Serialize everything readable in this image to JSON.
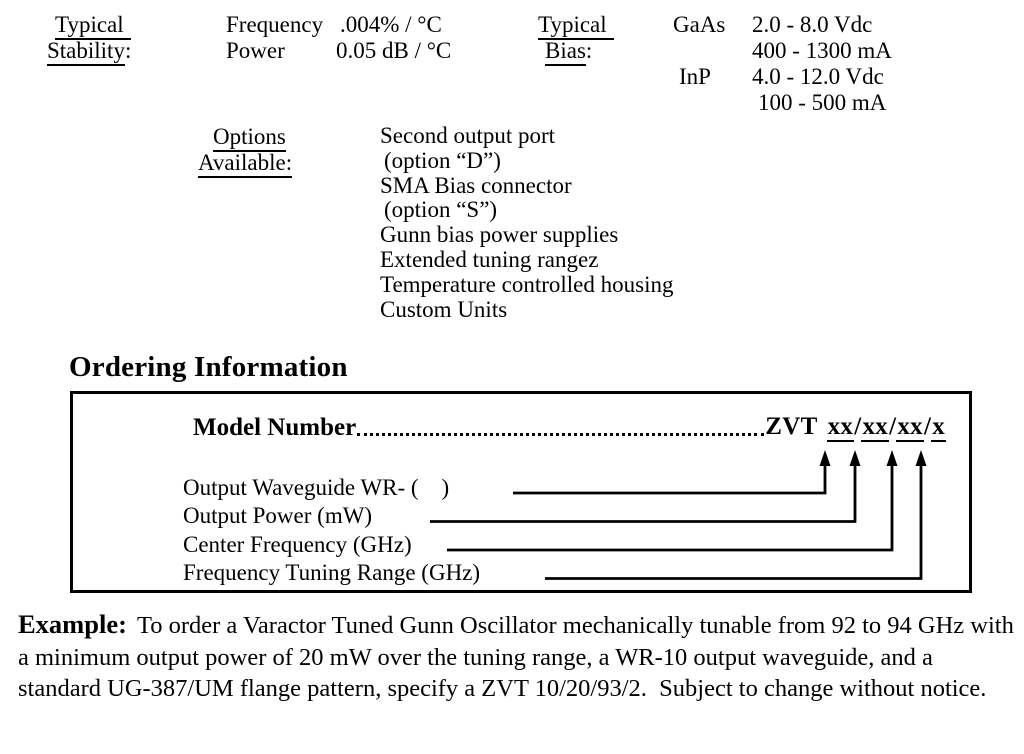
{
  "specs": {
    "stability": {
      "label_line1": "Typical",
      "label_line2": "Stability",
      "label_colon": ":",
      "param_1": "Frequency",
      "param_2": "Power",
      "value_1": ".004% / °C",
      "value_2": "0.05 dB / °C"
    },
    "bias": {
      "label_line1": "Typical",
      "label_line2": "Bias",
      "label_colon": ":",
      "material_1": "GaAs",
      "material_2": "InP",
      "value_1": "2.0 - 8.0 Vdc",
      "value_2": "400 - 1300 mA",
      "value_3": "4.0 - 12.0 Vdc",
      "value_4": "100 - 500 mA"
    }
  },
  "options": {
    "label_line1": "Options",
    "label_line2": "Available:",
    "items": [
      "Second output port",
      "(option “D”)",
      "SMA Bias connector",
      "(option “S”)",
      "Gunn bias power supplies",
      "Extended tuning rangez",
      "Temperature controlled housing",
      "Custom Units"
    ]
  },
  "ordering": {
    "heading": "Ordering Information",
    "model_label": "Model Number",
    "model_prefix": "ZVT",
    "model_separator": "/",
    "model_parts": [
      "xx",
      "xx",
      "xx",
      "x"
    ],
    "fields": [
      "Output Waveguide WR- (    )",
      "Output Power (mW)",
      "Center Frequency (GHz)",
      "Frequency Tuning Range (GHz)"
    ]
  },
  "example": {
    "label": "Example:",
    "text": "To order a Varactor Tuned Gunn Oscillator mechanically tunable from 92 to 94 GHz with a minimum output power of 20 mW over the tuning range, a WR-10 output waveguide, and a standard UG-387/UM flange pattern, specify a ZVT 10/20/93/2.  Subject to change without notice."
  }
}
